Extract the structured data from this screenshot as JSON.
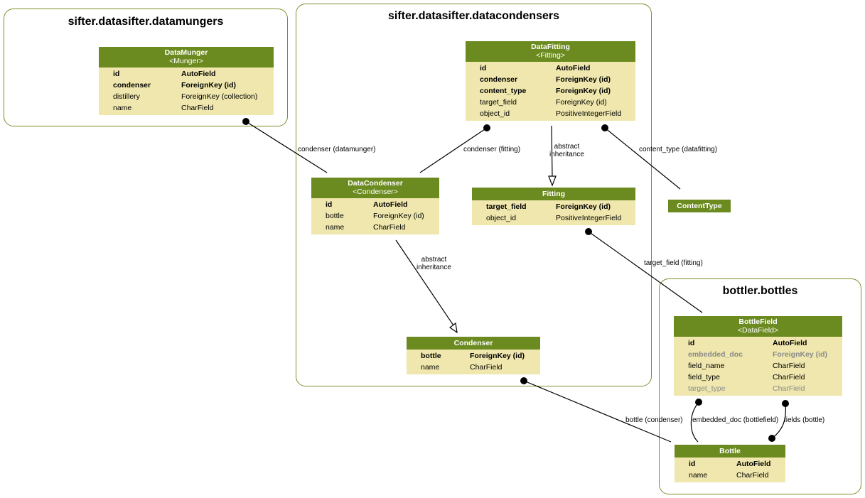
{
  "clusters": {
    "datamungers": {
      "title": "sifter.datasifter.datamungers"
    },
    "datacondensers": {
      "title": "sifter.datasifter.datacondensers"
    },
    "bottles": {
      "title": "bottler.bottles"
    }
  },
  "models": {
    "datamunger": {
      "name": "DataMunger",
      "subtitle": "<Munger>",
      "fields": [
        {
          "name": "id",
          "type": "AutoField",
          "style": "bold"
        },
        {
          "name": "condenser",
          "type": "ForeignKey (id)",
          "style": "bold"
        },
        {
          "name": "distillery",
          "type": "ForeignKey (collection)",
          "style": "normal"
        },
        {
          "name": "name",
          "type": "CharField",
          "style": "normal"
        }
      ]
    },
    "datafitting": {
      "name": "DataFitting",
      "subtitle": "<Fitting>",
      "fields": [
        {
          "name": "id",
          "type": "AutoField",
          "style": "bold"
        },
        {
          "name": "condenser",
          "type": "ForeignKey (id)",
          "style": "bold"
        },
        {
          "name": "content_type",
          "type": "ForeignKey (id)",
          "style": "bold"
        },
        {
          "name": "target_field",
          "type": "ForeignKey (id)",
          "style": "normal"
        },
        {
          "name": "object_id",
          "type": "PositiveIntegerField",
          "style": "normal"
        }
      ]
    },
    "datacondenser": {
      "name": "DataCondenser",
      "subtitle": "<Condenser>",
      "fields": [
        {
          "name": "id",
          "type": "AutoField",
          "style": "bold"
        },
        {
          "name": "bottle",
          "type": "ForeignKey (id)",
          "style": "normal"
        },
        {
          "name": "name",
          "type": "CharField",
          "style": "normal"
        }
      ]
    },
    "fitting": {
      "name": "Fitting",
      "subtitle": "",
      "fields": [
        {
          "name": "target_field",
          "type": "ForeignKey (id)",
          "style": "bold"
        },
        {
          "name": "object_id",
          "type": "PositiveIntegerField",
          "style": "normal"
        }
      ]
    },
    "contenttype": {
      "name": "ContentType",
      "subtitle": "",
      "fields": []
    },
    "condenser": {
      "name": "Condenser",
      "subtitle": "",
      "fields": [
        {
          "name": "bottle",
          "type": "ForeignKey (id)",
          "style": "bold"
        },
        {
          "name": "name",
          "type": "CharField",
          "style": "normal"
        }
      ]
    },
    "bottlefield": {
      "name": "BottleField",
      "subtitle": "<DataField>",
      "fields": [
        {
          "name": "id",
          "type": "AutoField",
          "style": "bold"
        },
        {
          "name": "embedded_doc",
          "type": "ForeignKey (id)",
          "style": "muted-bold"
        },
        {
          "name": "field_name",
          "type": "CharField",
          "style": "normal"
        },
        {
          "name": "field_type",
          "type": "CharField",
          "style": "normal"
        },
        {
          "name": "target_type",
          "type": "CharField",
          "style": "muted"
        }
      ]
    },
    "bottle": {
      "name": "Bottle",
      "subtitle": "",
      "fields": [
        {
          "name": "id",
          "type": "AutoField",
          "style": "bold"
        },
        {
          "name": "name",
          "type": "CharField",
          "style": "normal"
        }
      ]
    }
  },
  "edge_labels": {
    "condenser_datamunger": "condenser (datamunger)",
    "condenser_fitting": "condenser (fitting)",
    "abstract_inheritance_1": "abstract\ninheritance",
    "content_type_datafitting": "content_type (datafitting)",
    "abstract_inheritance_2": "abstract\ninheritance",
    "target_field_fitting": "target_field (fitting)",
    "bottle_condenser": "bottle (condenser)",
    "embedded_doc_bottlefield": "embedded_doc (bottlefield)",
    "fields_bottle": "fields (bottle)"
  },
  "colors": {
    "header": "#6b8a1f",
    "body": "#efe7ad",
    "cluster_border": "#7a8f2a",
    "muted_text": "#8a8a8a"
  }
}
